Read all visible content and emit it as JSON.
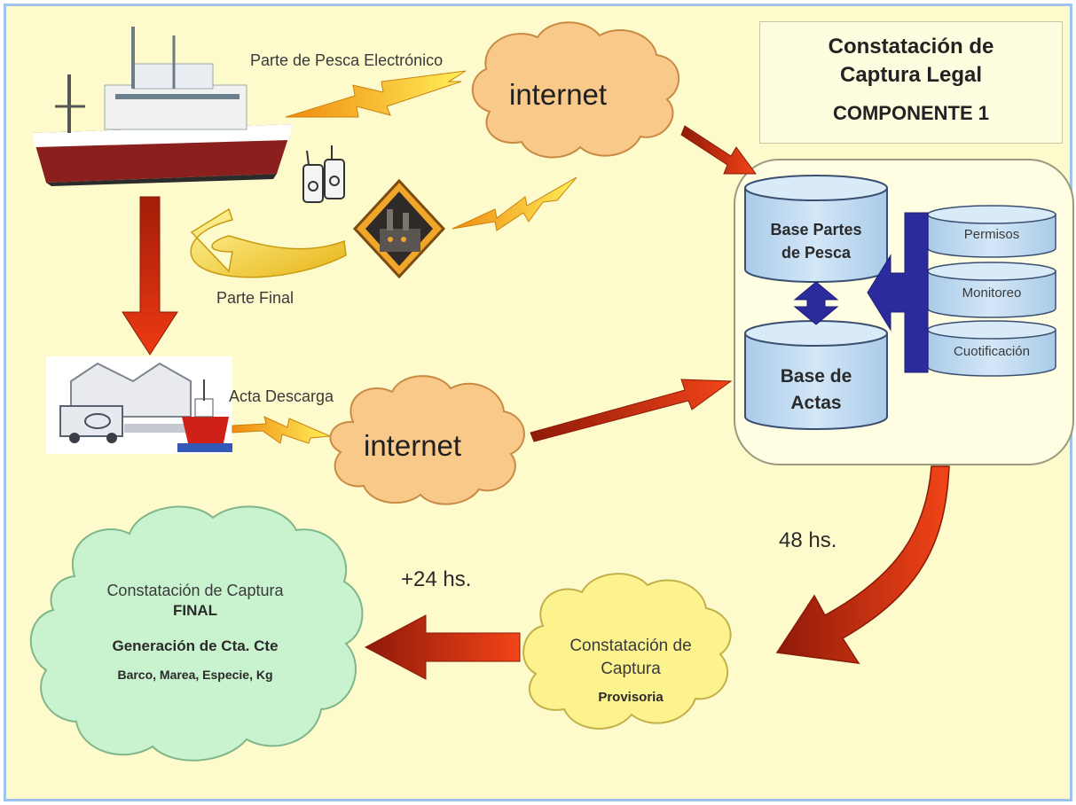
{
  "title": {
    "line1": "Constatación de",
    "line2": "Captura Legal",
    "line3": "COMPONENTE 1"
  },
  "labels": {
    "parte_pesca": "Parte de Pesca Electrónico",
    "parte_final": "Parte Final",
    "acta_descarga": "Acta Descarga",
    "internet_top": "internet",
    "internet_bottom": "internet",
    "hs48": "48 hs.",
    "hs24": "+24 hs."
  },
  "databases": {
    "partes_l1": "Base Partes",
    "partes_l2": "de Pesca",
    "actas_l1": "Base de",
    "actas_l2": "Actas",
    "permisos": "Permisos",
    "monitoreo": "Monitoreo",
    "cuotificacion": "Cuotificación"
  },
  "provisoria": {
    "l1": "Constatación de",
    "l2": "Captura",
    "l3": "Provisoria"
  },
  "final": {
    "l1": "Constatación de Captura",
    "l2": "FINAL",
    "l3": "Generación de Cta. Cte",
    "l4": "Barco, Marea, Especie, Kg"
  },
  "colors": {
    "background": "#fdfbcc",
    "frame_border": "#9ec4ee",
    "cloud_orange": "#f9c98a",
    "cloud_yellow": "#fdf38e",
    "cloud_green": "#c9f2cf",
    "db_fill": "#bcd8ef",
    "connector_blue": "#2c2b9e",
    "arrow_red": "#d8300e",
    "lightning": "#f4b61a"
  }
}
